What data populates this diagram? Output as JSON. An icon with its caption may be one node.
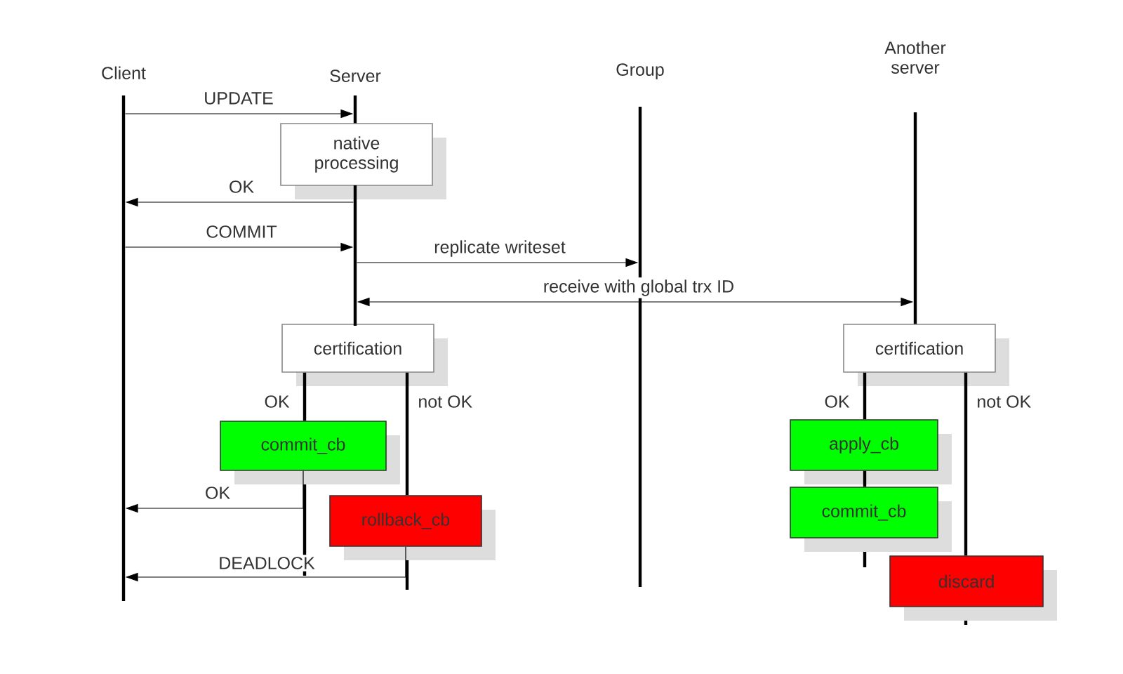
{
  "diagram": {
    "nodes": [
      {
        "text": [
          "Client"
        ]
      },
      {
        "text": [
          "Server"
        ]
      },
      {
        "text": [
          "Group"
        ]
      },
      {
        "text": [
          "Another server"
        ]
      },
      {
        "text": [
          "native processing"
        ]
      },
      {
        "text": [
          "certification"
        ]
      },
      {
        "text": [
          "commit_cb"
        ]
      },
      {
        "text": [
          "rollback_cb"
        ]
      },
      {
        "text": [
          "certification"
        ]
      },
      {
        "text": [
          "apply_cb"
        ]
      },
      {
        "text": [
          "commit_cb"
        ]
      },
      {
        "text": [
          "discard"
        ]
      },
      {
        "text": [],
        "shape": "bar"
      }
    ],
    "edges": [
      {
        "from": 0,
        "to": 1,
        "arrow": "to",
        "label": "UPDATE"
      },
      {
        "from": 12,
        "to": 0,
        "arrow": "to",
        "label": "OK"
      },
      {
        "from": 0,
        "to": 12,
        "arrow": "to",
        "label": "COMMIT"
      },
      {
        "from": 12,
        "to": 2,
        "arrow": "to",
        "label": "replicate writeset"
      },
      {
        "from": 12,
        "to": 3,
        "arrow": "both",
        "label": "receive with global trx ID"
      },
      {
        "from": 5,
        "to": 6,
        "arrow": "none",
        "label": "OK",
        "style": "thick"
      },
      {
        "from": 5,
        "to": 7,
        "arrow": "none",
        "label": "not OK",
        "style": "thick"
      },
      {
        "from": 6,
        "to": 0,
        "arrow": "to",
        "label": "OK"
      },
      {
        "from": 7,
        "to": 0,
        "arrow": "to",
        "label": "DEADLOCK"
      },
      {
        "from": 8,
        "to": 9,
        "arrow": "none",
        "label": "OK",
        "style": "thick"
      },
      {
        "from": 9,
        "to": 10,
        "arrow": "none",
        "style": "thick"
      },
      {
        "from": 8,
        "to": 11,
        "arrow": "none",
        "label": "not OK",
        "style": "thick"
      }
    ]
  }
}
